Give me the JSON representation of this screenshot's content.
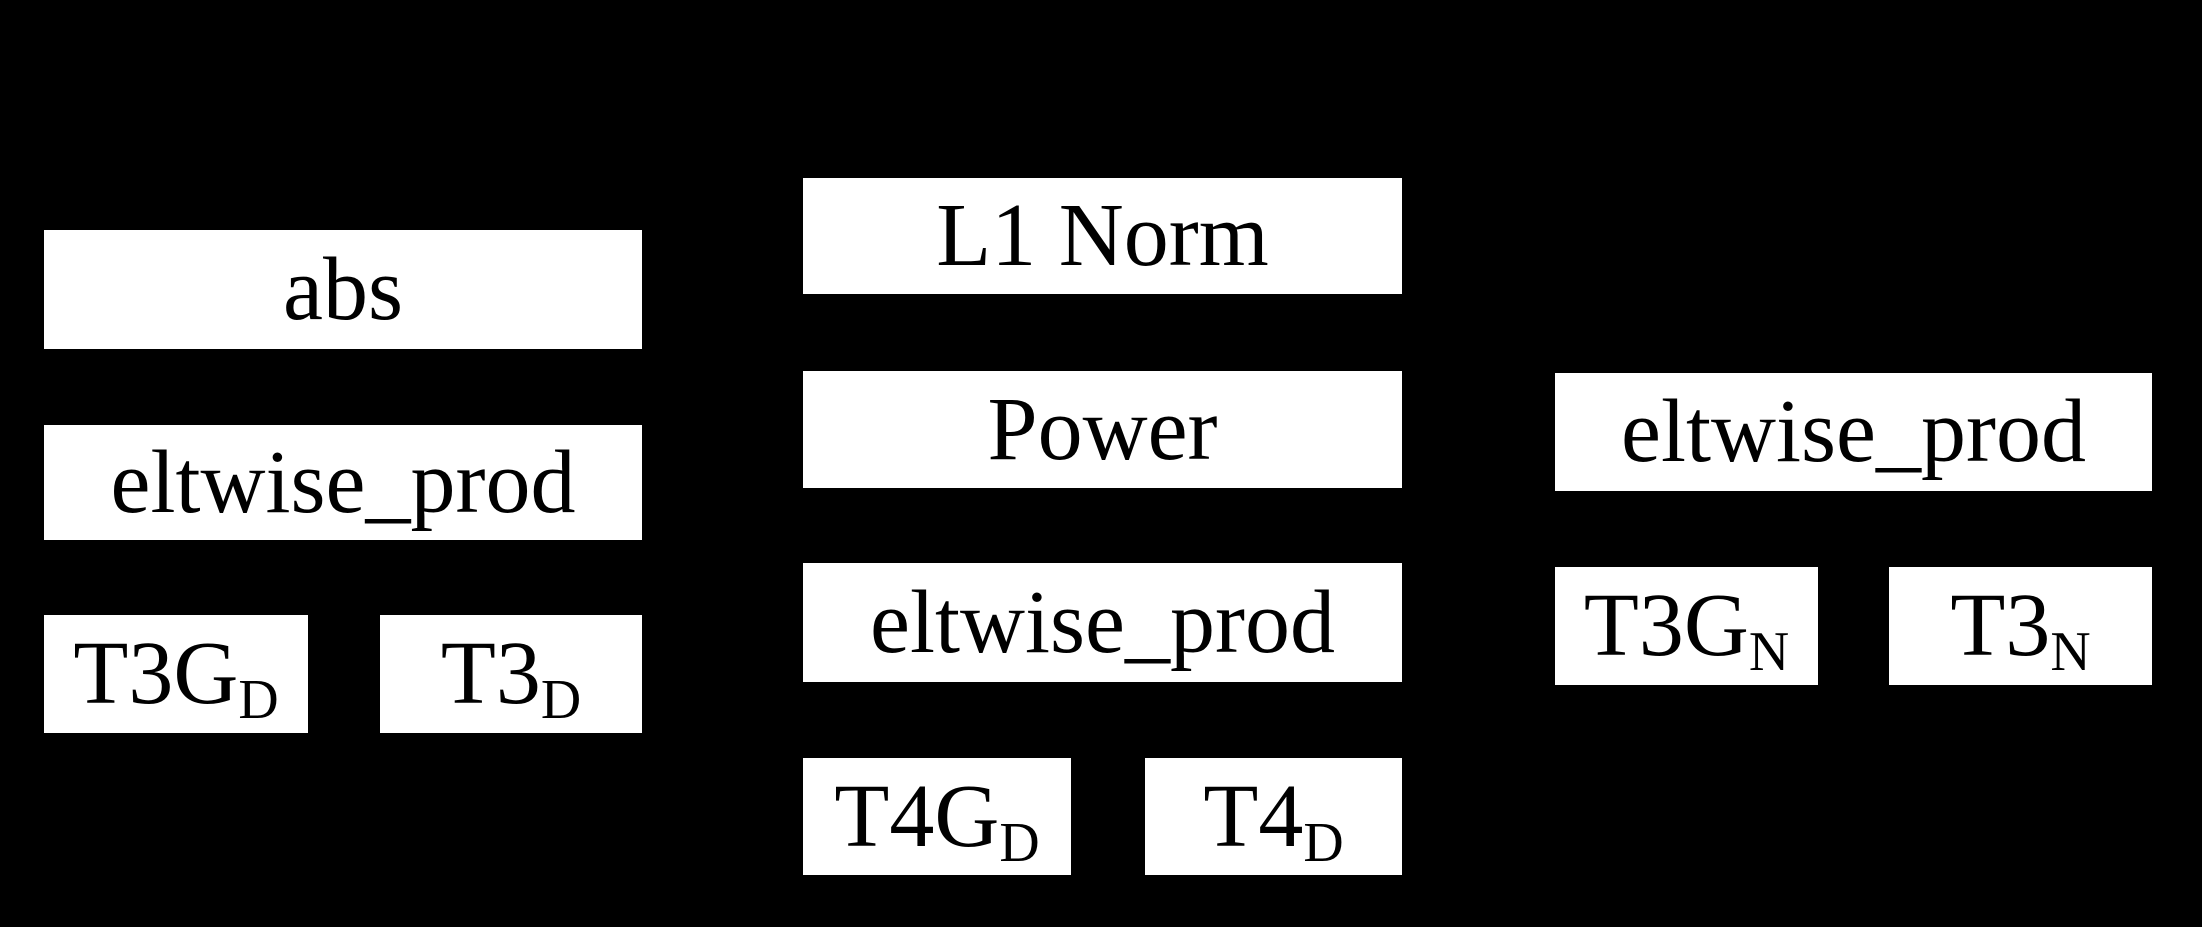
{
  "diagram": {
    "description": "Black-background computation graph fragment with white operation and tensor nodes; connecting edges are not visible against the background",
    "background_color": "#000000",
    "node_fill_color": "#ffffff",
    "node_text_color": "#000000",
    "columns": 3
  },
  "nodes": {
    "abs": {
      "label": "abs"
    },
    "eltwise_prod_left": {
      "label": "eltwise_prod"
    },
    "t3g_d": {
      "label": "T3G",
      "sub": "D"
    },
    "t3_d": {
      "label": "T3",
      "sub": "D"
    },
    "l1_norm": {
      "label": "L1 Norm"
    },
    "power": {
      "label": "Power"
    },
    "eltwise_prod_middle": {
      "label": "eltwise_prod"
    },
    "t4g_d": {
      "label": "T4G",
      "sub": "D"
    },
    "t4_d": {
      "label": "T4",
      "sub": "D"
    },
    "eltwise_prod_right": {
      "label": "eltwise_prod"
    },
    "t3g_n": {
      "label": "T3G",
      "sub": "N"
    },
    "t3_n": {
      "label": "T3",
      "sub": "N"
    }
  }
}
